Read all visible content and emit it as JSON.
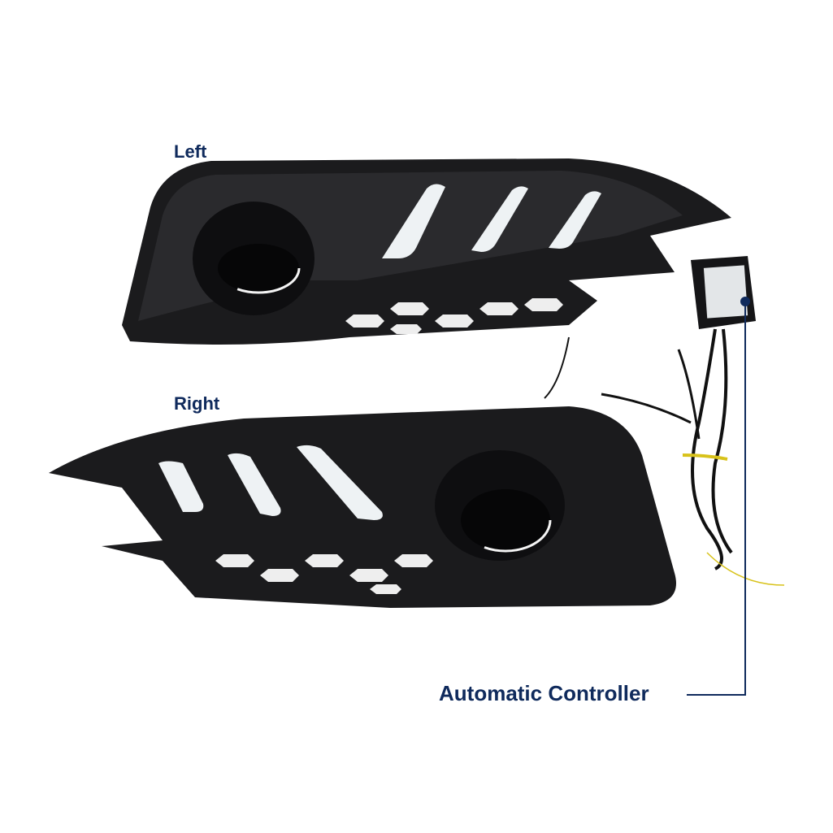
{
  "labels": {
    "left": "Left",
    "right": "Right",
    "controller": "Automatic Controller"
  },
  "colors": {
    "label_text": "#0f2a5c",
    "callout_line": "#0f2a5c",
    "housing": "#1a1a1c",
    "drl_light": "#eef2f4",
    "wire_yellow": "#d8c21a"
  }
}
